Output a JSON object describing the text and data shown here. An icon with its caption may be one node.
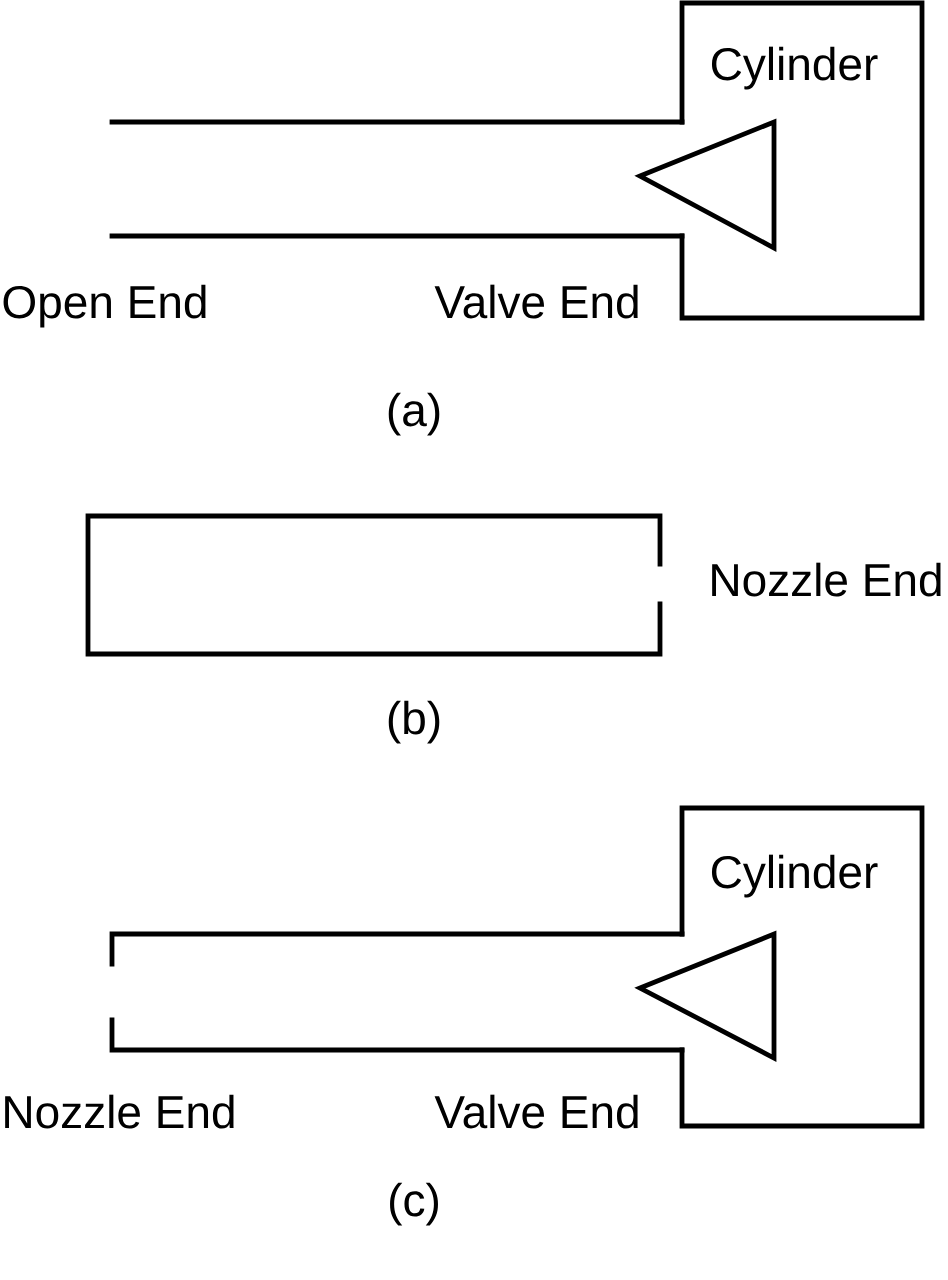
{
  "diagram": {
    "nodes": [
      {
        "text": [
          "Cylinder"
        ]
      },
      {
        "text": [
          "Cylinder"
        ]
      }
    ],
    "labels": [
      "Open End",
      "Valve End",
      "(a)",
      "Nozzle End",
      "(b)",
      "Nozzle End",
      "Valve End",
      "(c)"
    ]
  }
}
